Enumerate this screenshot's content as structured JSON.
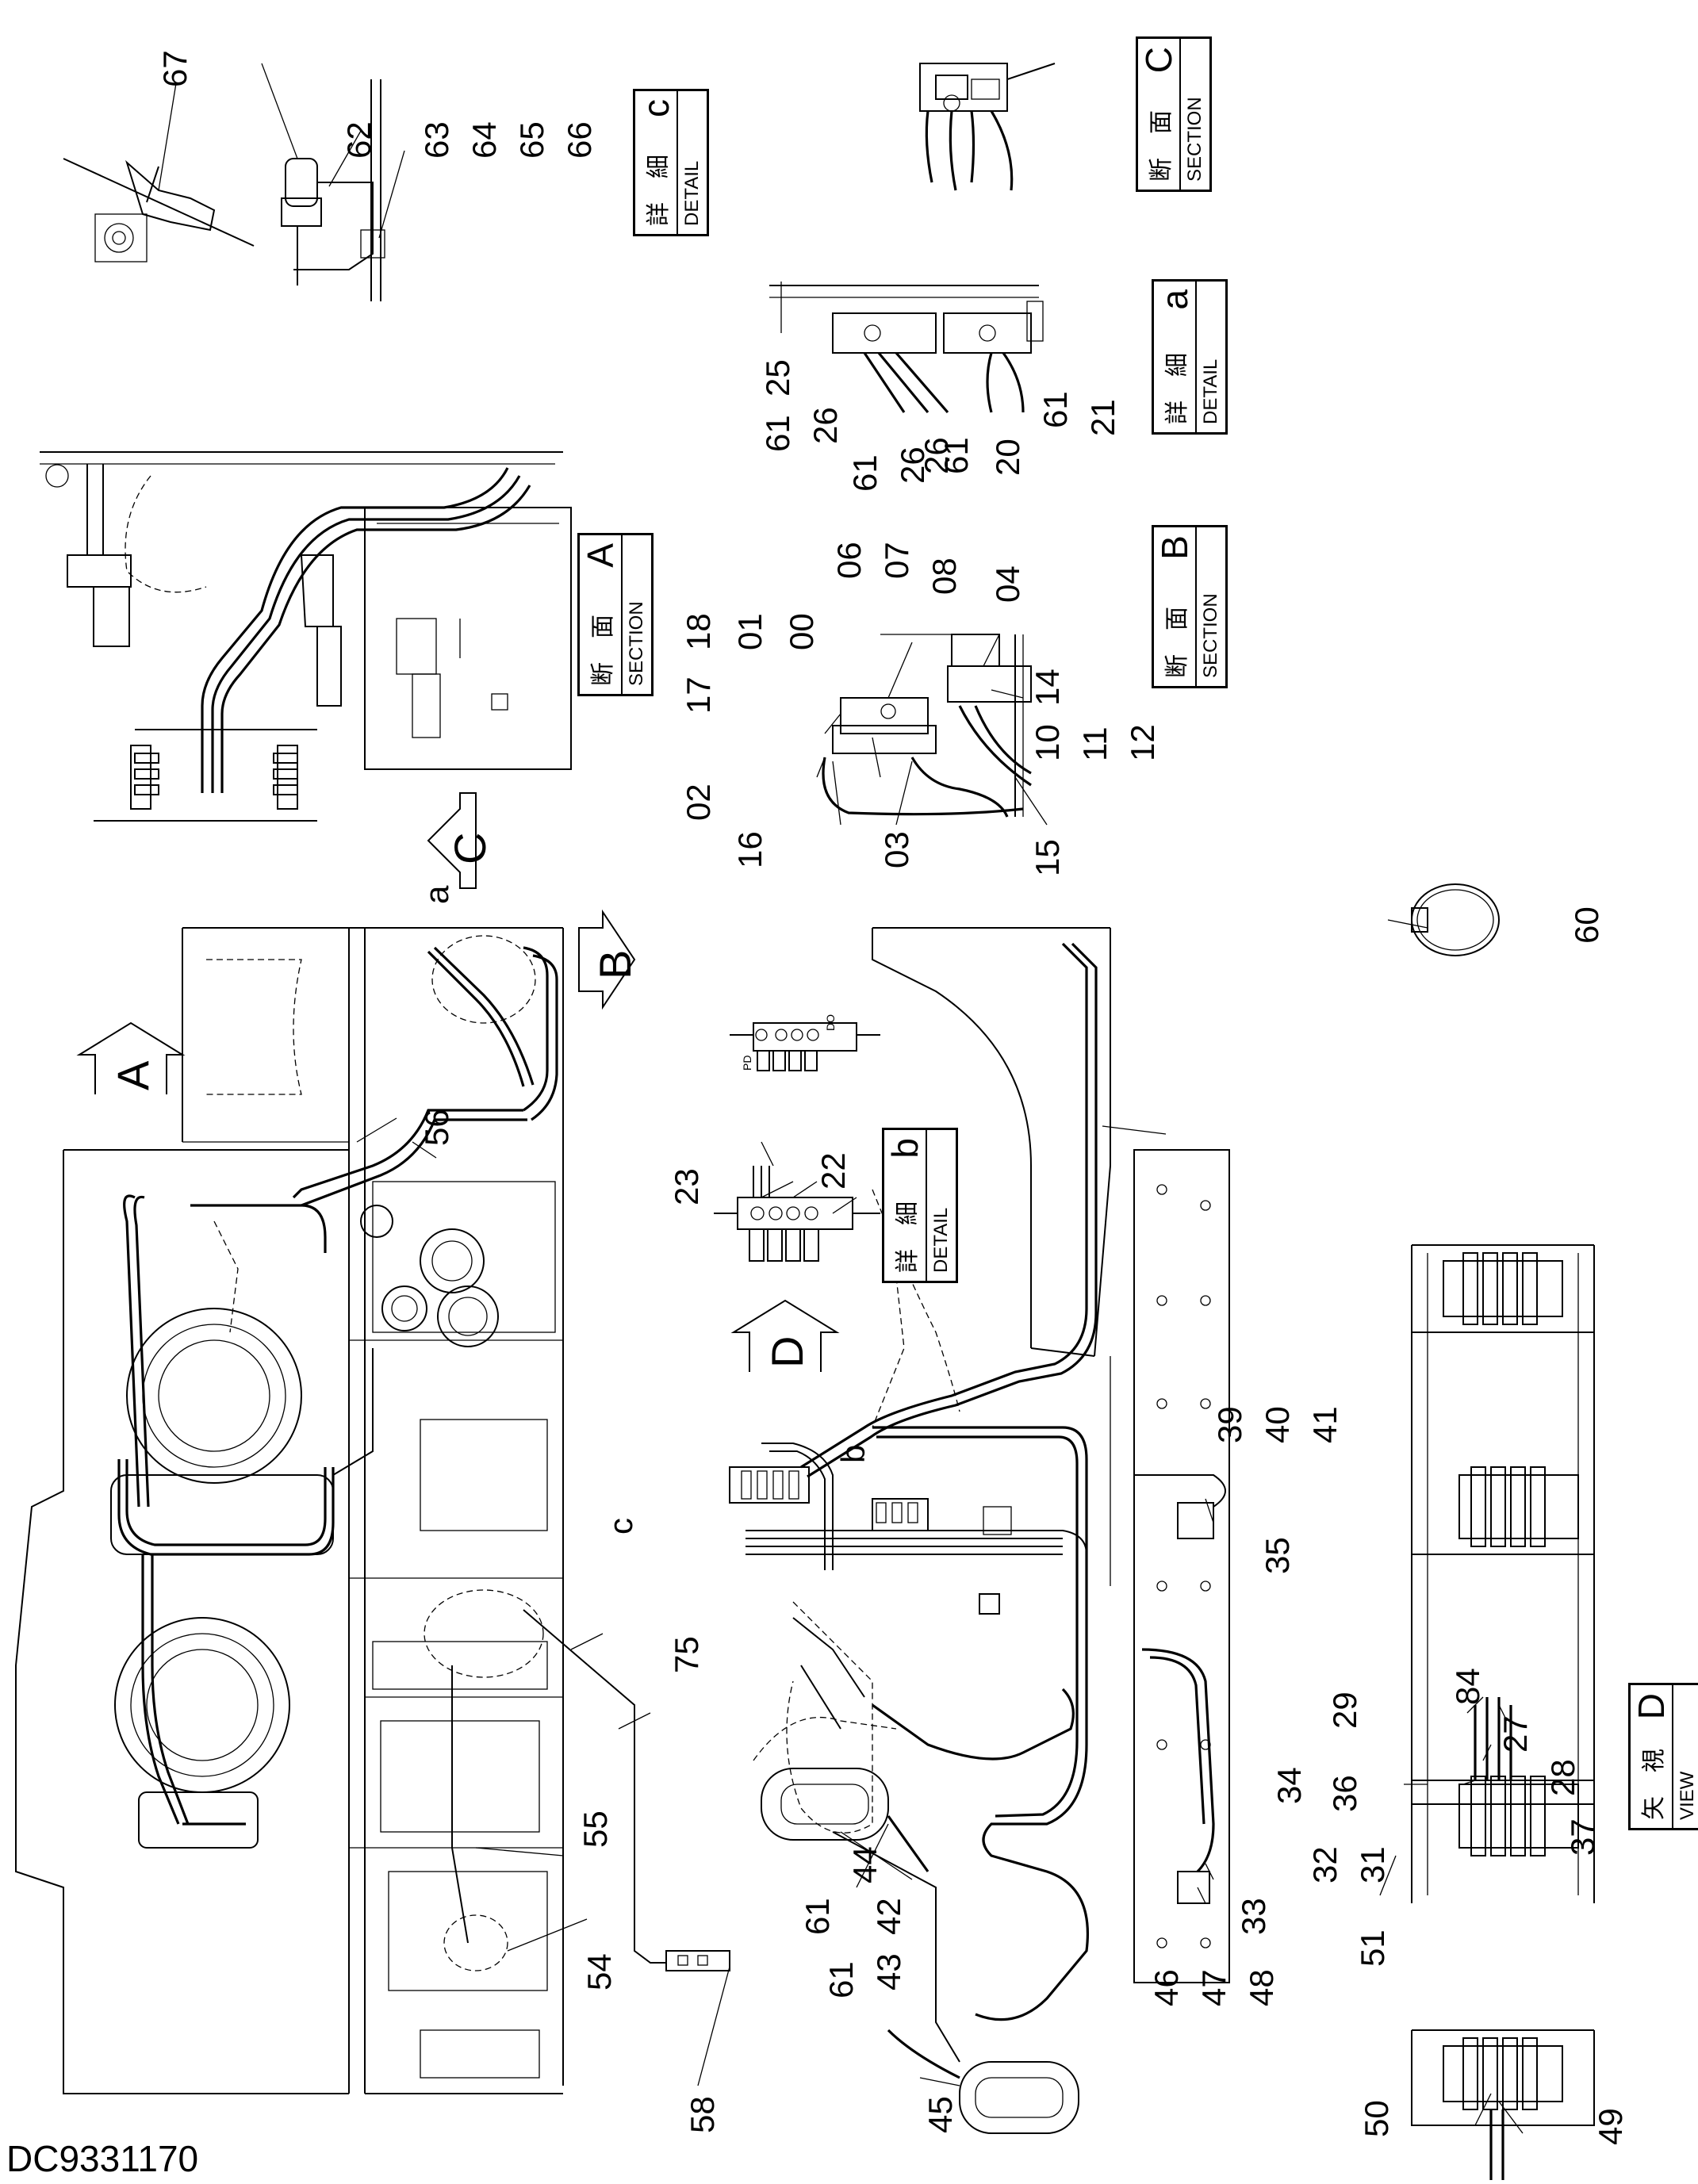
{
  "document_number": "DC9331170",
  "views": {
    "section_a": {
      "jp": "断　面",
      "en": "SECTION",
      "letter": "A"
    },
    "section_b": {
      "jp": "断　面",
      "en": "SECTION",
      "letter": "B"
    },
    "section_c": {
      "jp": "断　面",
      "en": "SECTION",
      "letter": "C"
    },
    "detail_a": {
      "jp": "詳　細",
      "en": "DETAIL",
      "letter": "a"
    },
    "detail_b": {
      "jp": "詳　細",
      "en": "DETAIL",
      "letter": "b"
    },
    "detail_c": {
      "jp": "詳　細",
      "en": "DETAIL",
      "letter": "c"
    },
    "view_d": {
      "jp": "矢　視",
      "en": "VIEW",
      "letter": "D"
    }
  },
  "arrows": {
    "a": "A",
    "b": "B",
    "c": "C",
    "d": "D"
  },
  "circle_marks": {
    "a": "a",
    "b": "b",
    "c": "c"
  },
  "part_callouts": [
    "67",
    "62",
    "63",
    "64",
    "65",
    "66",
    "25",
    "26",
    "61",
    "26",
    "61",
    "26",
    "61",
    "20",
    "61",
    "21",
    "18",
    "01",
    "00",
    "06",
    "07",
    "08",
    "04",
    "17",
    "14",
    "10",
    "11",
    "12",
    "02",
    "16",
    "03",
    "15",
    "56",
    "23",
    "22",
    "60",
    "39",
    "40",
    "41",
    "35",
    "75",
    "29",
    "84",
    "27",
    "28",
    "36",
    "37",
    "32",
    "31",
    "51",
    "34",
    "33",
    "55",
    "61",
    "44",
    "61",
    "42",
    "43",
    "46",
    "47",
    "48",
    "54",
    "45",
    "58",
    "50",
    "49"
  ],
  "small_text": {
    "p_d_1": "PD",
    "p_d_2": "DO"
  }
}
